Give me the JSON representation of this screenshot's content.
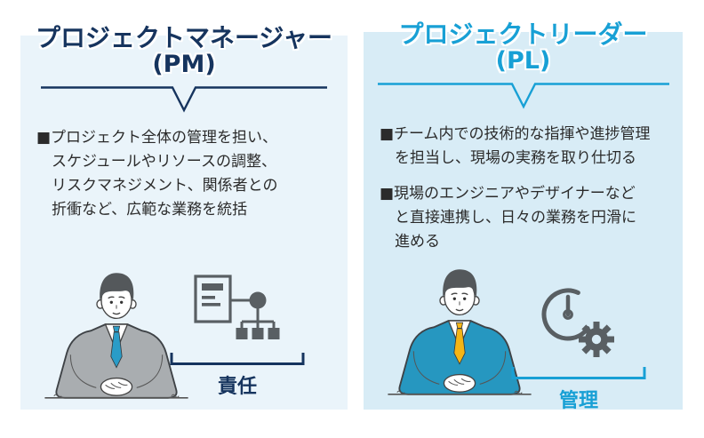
{
  "pm_panel": {
    "title": "プロジェクトマネージャー",
    "subtitle": "(PM)",
    "bullets": [
      "■プロジェクト全体の管理を担い、\nスケジュールやリソースの調整、\nリスクマネジメント、関係者との\n折衝など、広範な業務を統括"
    ],
    "keyword": "責任",
    "accent_color": "#16345e",
    "bg_color": "#eaf4fa",
    "person": {
      "suit_color": "#a9adb0",
      "tie_color": "#2a9cc7",
      "hair_color": "#54585b"
    },
    "icon_name": "document-org-chart-icon"
  },
  "pl_panel": {
    "title": "プロジェクトリーダー",
    "subtitle": "(PL)",
    "bullets": [
      "■チーム内での技術的な指揮や進捗管理\nを担当し、現場の実務を取り仕切る",
      "■現場のエンジニアやデザイナーなど\nと直接連携し、日々の業務を円滑に\n進める"
    ],
    "keyword": "管理",
    "accent_color": "#18a0d5",
    "bg_color": "#d8ecf6",
    "person": {
      "suit_color": "#2697c0",
      "tie_color": "#f5b515",
      "hair_color": "#54585b"
    },
    "icon_name": "clock-gear-icon"
  },
  "icon_color": "#595f63",
  "text_color": "#2b2b2b"
}
